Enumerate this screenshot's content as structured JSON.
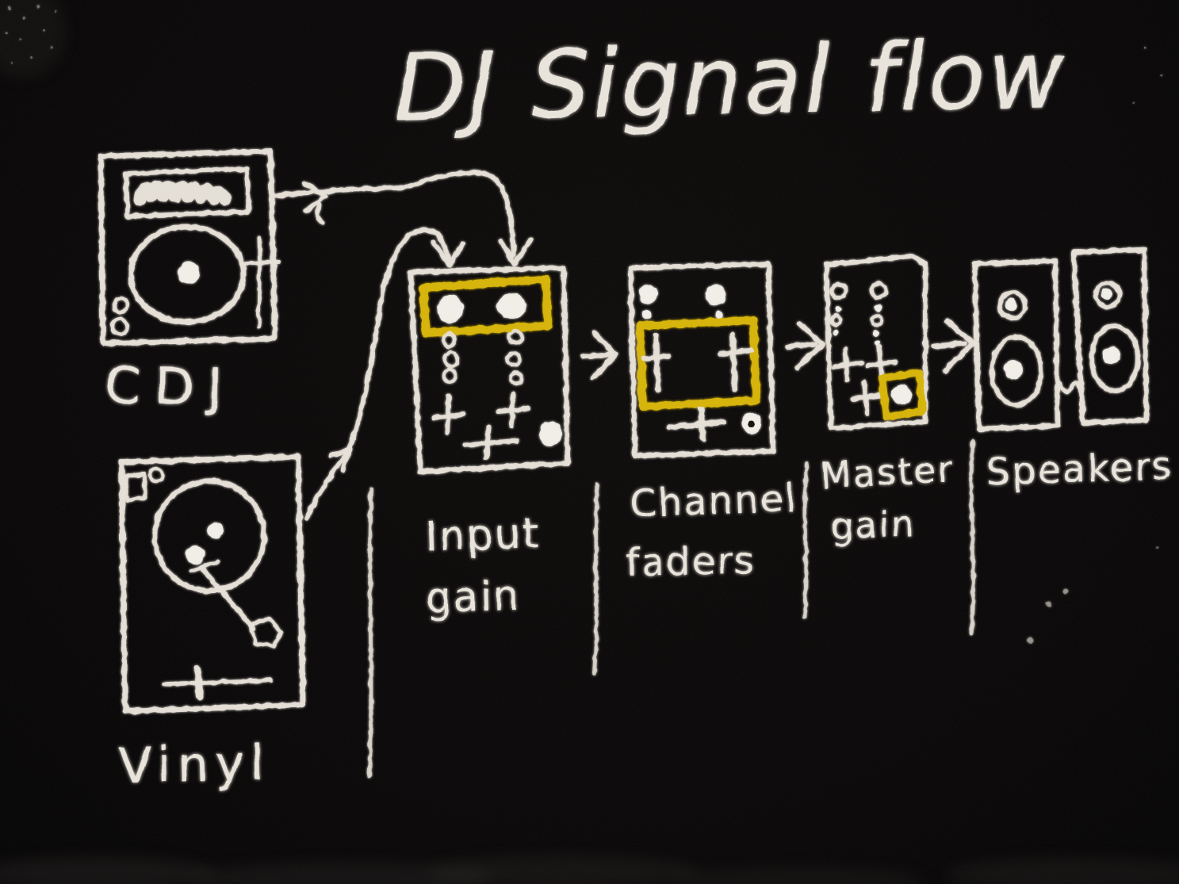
{
  "diagram": {
    "title": "DJ Signal flow",
    "sources": [
      {
        "id": "cdj",
        "label": "CDJ",
        "drawing": "cdj-deck"
      },
      {
        "id": "vinyl",
        "label": "Vinyl",
        "drawing": "turntable"
      }
    ],
    "stages": [
      {
        "id": "input-gain",
        "label": "Input gain",
        "label_lines": [
          "Input",
          "gain"
        ],
        "drawing": "mixer-panel",
        "highlighted_control": "input gain knobs"
      },
      {
        "id": "channel-faders",
        "label": "Channel faders",
        "label_lines": [
          "Channel",
          "faders"
        ],
        "drawing": "mixer-panel",
        "highlighted_control": "channel faders"
      },
      {
        "id": "master-gain",
        "label": "Master gain",
        "label_lines": [
          "Master",
          "gain"
        ],
        "drawing": "mixer-panel",
        "highlighted_control": "master gain knob"
      },
      {
        "id": "speakers",
        "label": "Speakers",
        "label_lines": [
          "Speakers"
        ],
        "drawing": "speaker-pair",
        "highlighted_control": null
      }
    ],
    "connections": [
      {
        "from": "cdj",
        "to": "input-gain"
      },
      {
        "from": "vinyl",
        "to": "input-gain"
      },
      {
        "from": "input-gain",
        "to": "channel-faders"
      },
      {
        "from": "channel-faders",
        "to": "master-gain"
      },
      {
        "from": "master-gain",
        "to": "speakers"
      }
    ]
  },
  "colors": {
    "background": "#080606",
    "chalk": "#e6e1d8",
    "highlight_yellow": "#d7b50a"
  }
}
